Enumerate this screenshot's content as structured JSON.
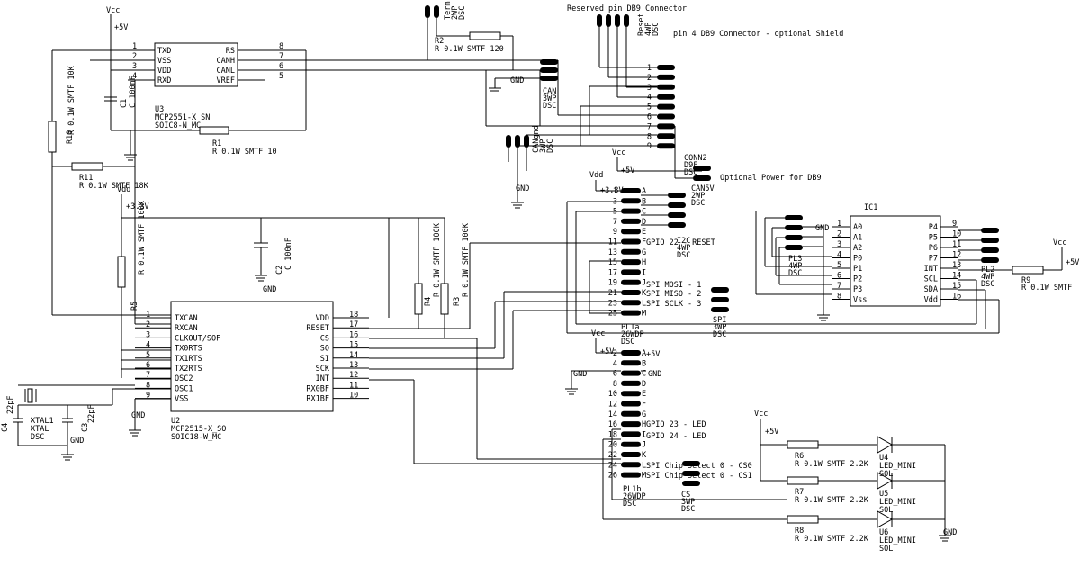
{
  "labels": {
    "vcc": "Vcc",
    "v5": "+5V",
    "v33": "+3.3V",
    "vdd": "Vdd",
    "gnd": "GND"
  },
  "u3": {
    "name": "U3",
    "part": "MCP2551-X_SN",
    "pkg": "SOIC8-N_MC",
    "left_pins": [
      {
        "num": "1",
        "name": "TXD"
      },
      {
        "num": "2",
        "name": "VSS"
      },
      {
        "num": "3",
        "name": "VDD"
      },
      {
        "num": "4",
        "name": "RXD"
      }
    ],
    "right_pins": [
      {
        "num": "8",
        "name": "RS"
      },
      {
        "num": "7",
        "name": "CANH"
      },
      {
        "num": "6",
        "name": "CANL"
      },
      {
        "num": "5",
        "name": "VREF"
      }
    ]
  },
  "u2": {
    "name": "U2",
    "part": "MCP2515-X_SO",
    "pkg": "SOIC18-W_MC",
    "left_pins": [
      {
        "num": "1",
        "name": "TXCAN"
      },
      {
        "num": "2",
        "name": "RXCAN"
      },
      {
        "num": "3",
        "name": "CLKOUT/SOF"
      },
      {
        "num": "4",
        "name": "TX0RTS"
      },
      {
        "num": "5",
        "name": "TX1RTS"
      },
      {
        "num": "6",
        "name": "TX2RTS"
      },
      {
        "num": "7",
        "name": "OSC2"
      },
      {
        "num": "8",
        "name": "OSC1"
      },
      {
        "num": "9",
        "name": "VSS"
      }
    ],
    "right_pins": [
      {
        "num": "18",
        "name": "VDD"
      },
      {
        "num": "17",
        "name": "RESET"
      },
      {
        "num": "16",
        "name": "CS"
      },
      {
        "num": "15",
        "name": "SO"
      },
      {
        "num": "14",
        "name": "SI"
      },
      {
        "num": "13",
        "name": "SCK"
      },
      {
        "num": "12",
        "name": "INT"
      },
      {
        "num": "11",
        "name": "RX0BF"
      },
      {
        "num": "10",
        "name": "RX1BF"
      }
    ]
  },
  "ic1": {
    "name": "IC1",
    "left_pins": [
      {
        "num": "1",
        "name": "A0"
      },
      {
        "num": "2",
        "name": "A1"
      },
      {
        "num": "3",
        "name": "A2"
      },
      {
        "num": "4",
        "name": "P0"
      },
      {
        "num": "5",
        "name": "P1"
      },
      {
        "num": "6",
        "name": "P2"
      },
      {
        "num": "7",
        "name": "P3"
      },
      {
        "num": "8",
        "name": "Vss"
      }
    ],
    "right_pins": [
      {
        "num": "9",
        "name": "P4"
      },
      {
        "num": "10",
        "name": "P5"
      },
      {
        "num": "11",
        "name": "P6"
      },
      {
        "num": "12",
        "name": "P7"
      },
      {
        "num": "13",
        "name": "INT"
      },
      {
        "num": "14",
        "name": "SCL"
      },
      {
        "num": "15",
        "name": "SDA"
      },
      {
        "num": "16",
        "name": "Vdd"
      }
    ]
  },
  "resistors": {
    "r1": {
      "name": "R1",
      "value": "R 0.1W SMTF 10"
    },
    "r2": {
      "name": "R2",
      "value": "R 0.1W SMTF 120"
    },
    "r10": {
      "name": "R10",
      "value": "R 0.1W SMTF 10K"
    },
    "r11": {
      "name": "R11",
      "value": "R 0.1W SMTF 18K"
    },
    "r5": {
      "name": "R5",
      "value": "R 0.1W SMTF 100K"
    },
    "r4": {
      "name": "R4",
      "value": "R 0.1W SMTF 100K"
    },
    "r3": {
      "name": "R3",
      "value": "R 0.1W SMTF 100K"
    },
    "r6": {
      "name": "R6",
      "value": "R 0.1W SMTF 2.2K"
    },
    "r7": {
      "name": "R7",
      "value": "R 0.1W SMTF 2.2K"
    },
    "r8": {
      "name": "R8",
      "value": "R 0.1W SMTF 2.2K"
    },
    "r9": {
      "name": "R9",
      "value": "R 0.1W SMTF"
    }
  },
  "caps": {
    "c1": {
      "name": "C1",
      "value": "C 100nF"
    },
    "c2": {
      "name": "C2",
      "value": "C 100nF"
    },
    "c3": {
      "name": "C3",
      "value": "22pF"
    },
    "c4": {
      "name": "C4",
      "value": "22pF"
    }
  },
  "xtal": {
    "name": "XTAL1",
    "type": "XTAL",
    "pkg": "DSC"
  },
  "connectors": {
    "term": {
      "name": "Term",
      "type": "2WP",
      "pkg": "DSC"
    },
    "can": {
      "name": "CAN",
      "type": "3WP",
      "pkg": "DSC"
    },
    "cangnd": {
      "name": "CANgnd",
      "type": "3WP",
      "pkg": "DSC"
    },
    "reset_hdr": {
      "name": "Reset",
      "type": "4WP",
      "pkg": "DSC"
    },
    "conn2": {
      "name": "CONN2",
      "type": "D9F",
      "pkg": "DSC"
    },
    "can5v": {
      "name": "CAN5V",
      "type": "2WP",
      "pkg": "DSC"
    },
    "i2c": {
      "name": "I2C",
      "type": "4WP",
      "pkg": "DSC"
    },
    "spi": {
      "name": "SPI",
      "type": "3WP",
      "pkg": "DSC"
    },
    "cs": {
      "name": "CS",
      "type": "3WP",
      "pkg": "DSC"
    },
    "pl1a": {
      "name": "PL1a",
      "type": "26WDP",
      "pkg": "DSC"
    },
    "pl1b": {
      "name": "PL1b",
      "type": "26WDP",
      "pkg": "DSC"
    },
    "pl3": {
      "name": "PL3",
      "type": "4WP",
      "pkg": "DSC"
    },
    "pl2": {
      "name": "PL2",
      "type": "4WP",
      "pkg": "DSC"
    }
  },
  "leds": [
    {
      "name": "U4",
      "type": "LED_MINI",
      "pkg": "SOL"
    },
    {
      "name": "U5",
      "type": "LED_MINI",
      "pkg": "SOL"
    },
    {
      "name": "U6",
      "type": "LED_MINI",
      "pkg": "SOL"
    }
  ],
  "notes": {
    "reserved_pin": "Reserved pin DB9 Connector",
    "pin4_shield": "pin 4 DB9 Connector - optional Shield",
    "optional_power": "Optional Power for DB9"
  },
  "net_labels": {
    "gpio_reset": "GPIO 22 - RESET",
    "spi_mosi": "SPI MOSI - 1",
    "spi_miso": "SPI MISO - 2",
    "spi_sclk": "SPI SCLK - 3",
    "gpio23": "GPIO 23 - LED",
    "gpio24": "GPIO 24 - LED",
    "cs0": "SPI Chip Select 0 - CS0",
    "cs1": "SPI Chip Select 0 - CS1"
  },
  "pl1a_pins": [
    "1",
    "3",
    "5",
    "7",
    "9",
    "11",
    "13",
    "15",
    "17",
    "19",
    "21",
    "23",
    "25"
  ],
  "pl1a_letters": [
    "A",
    "B",
    "C",
    "D",
    "E",
    "F",
    "G",
    "H",
    "I",
    "J",
    "K",
    "L",
    "M"
  ],
  "pl1b_pins": [
    "2",
    "4",
    "6",
    "8",
    "10",
    "12",
    "14",
    "16",
    "18",
    "20",
    "22",
    "24",
    "26"
  ],
  "pl1b_letters": [
    "A",
    "B",
    "C",
    "D",
    "E",
    "F",
    "G",
    "H",
    "I",
    "J",
    "K",
    "L",
    "M"
  ],
  "db9_pins": [
    "1",
    "2",
    "3",
    "4",
    "5",
    "6",
    "7",
    "8",
    "9"
  ]
}
